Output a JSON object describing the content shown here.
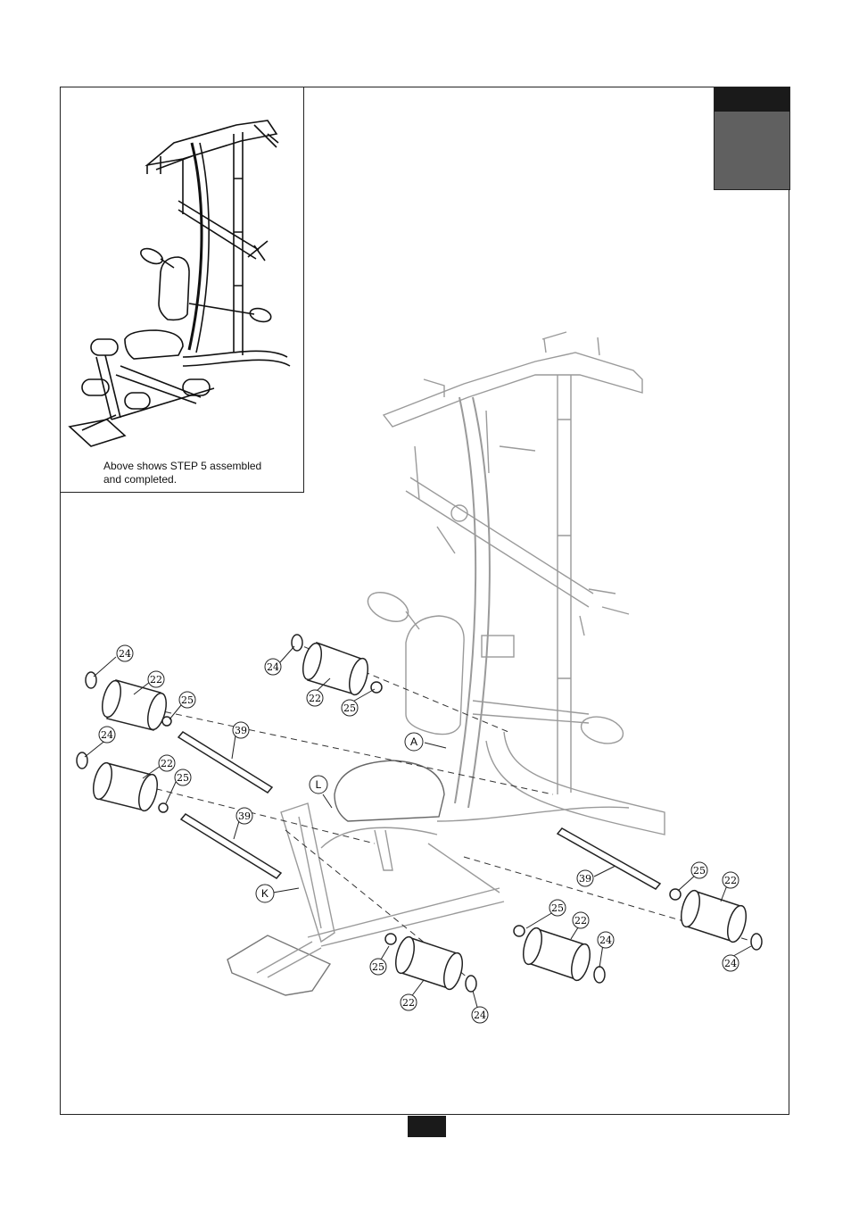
{
  "inset": {
    "caption_line1": "Above shows STEP 5 assembled",
    "caption_line2": "and completed."
  },
  "callouts": {
    "c24_a": "24",
    "c22_a": "22",
    "c25_a": "25",
    "c24_b": "24",
    "c22_b": "22",
    "c25_b": "25",
    "c24_c": "24",
    "c22_c": "22",
    "c25_c": "25",
    "c39_a": "39",
    "c39_b": "39",
    "c39_c": "39",
    "c25_d": "25",
    "c22_d": "22",
    "c24_d": "24",
    "c25_e": "25",
    "c22_e": "22",
    "c24_e": "24",
    "c25_f": "25",
    "c22_f": "22",
    "c24_f": "24"
  },
  "parts": {
    "A": "A",
    "L": "L",
    "K": "K"
  }
}
